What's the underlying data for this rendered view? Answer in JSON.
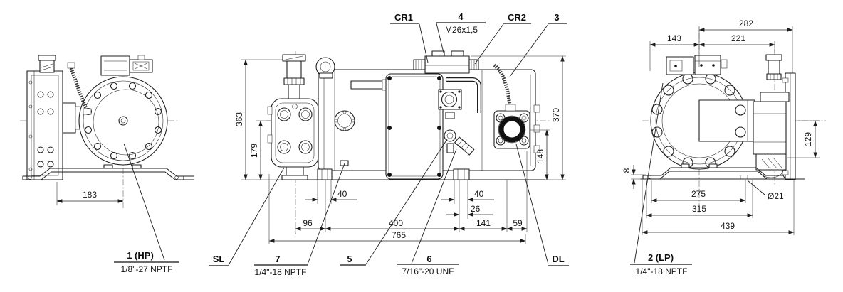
{
  "meta": {
    "ink": "#1f1f1f",
    "background": "#ffffff",
    "drawing_type": "compressor-dimensional-drawing"
  },
  "callouts": {
    "top": [
      {
        "id": "cr1",
        "label": "CR1"
      },
      {
        "id": "item4",
        "label": "4",
        "sub": "M26x1,5"
      },
      {
        "id": "cr2",
        "label": "CR2"
      },
      {
        "id": "item3",
        "label": "3"
      }
    ],
    "bottom": [
      {
        "id": "item1",
        "label": "1 (HP)",
        "sub": "1/8\"-27 NPTF"
      },
      {
        "id": "sl",
        "label": "SL"
      },
      {
        "id": "item7",
        "label": "7",
        "sub": "1/4\"-18 NPTF"
      },
      {
        "id": "item5",
        "label": "5"
      },
      {
        "id": "item6",
        "label": "6",
        "sub": "7/16\"-20 UNF"
      },
      {
        "id": "dl",
        "label": "DL"
      },
      {
        "id": "item2",
        "label": "2 (LP)",
        "sub": "1/4\"-18 NPTF"
      }
    ]
  },
  "dimensions": {
    "left_view": {
      "d183": "183"
    },
    "middle_view": {
      "d363": "363",
      "d179": "179",
      "d370": "370",
      "d148": "148",
      "d40a": "40",
      "d40b": "40",
      "d26": "26",
      "d96": "96",
      "d400": "400",
      "d141": "141",
      "d59": "59",
      "d765": "765"
    },
    "right_view": {
      "d282": "282",
      "d143": "143",
      "d221": "221",
      "d129": "129",
      "d8": "8",
      "d275": "275",
      "dhole": "Ø21",
      "d315": "315",
      "d439": "439"
    }
  }
}
